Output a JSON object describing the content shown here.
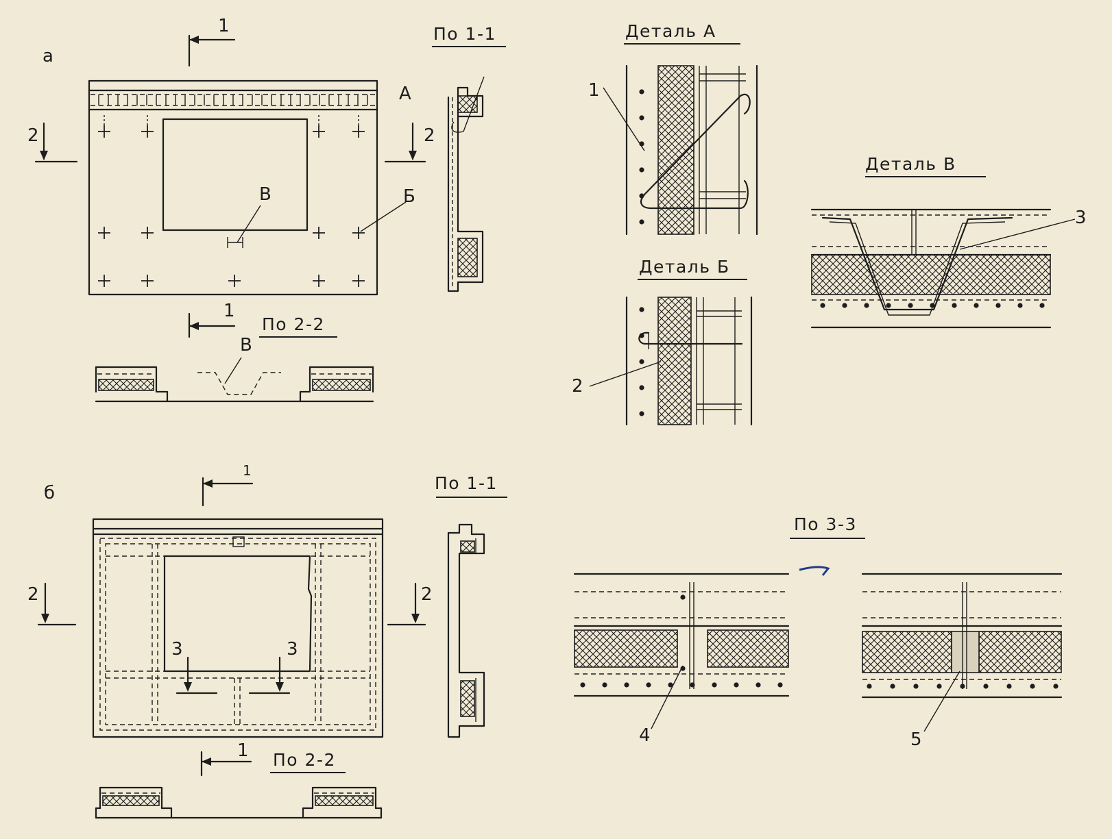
{
  "labels": {
    "part_a": "а",
    "part_b": "б",
    "section_1": "1",
    "section_2": "2",
    "section_3": "3",
    "detail_letter_a": "А",
    "detail_letter_b": "Б",
    "detail_letter_v": "В",
    "callout_1": "1",
    "callout_2": "2",
    "callout_3": "3",
    "callout_4": "4",
    "callout_5": "5"
  },
  "titles": {
    "po_1_1": "По 1-1",
    "po_1_1_b": "По 1-1",
    "po_2_2": "По 2-2",
    "po_2_2_b": "По 2-2",
    "po_3_3": "По 3-3",
    "detail_a": "Деталь А",
    "detail_b": "Деталь Б",
    "detail_v": "Деталь В"
  },
  "colors": {
    "paper": "#f0ead6",
    "ink": "#1d1d1d"
  }
}
